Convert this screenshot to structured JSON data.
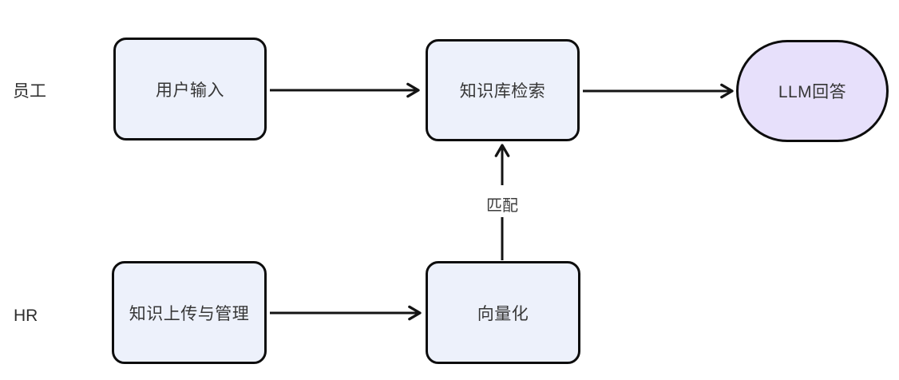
{
  "diagram": {
    "type": "flowchart",
    "background": "#ffffff",
    "stroke_color": "#141414",
    "lanes": [
      {
        "id": "employee",
        "label": "员工"
      },
      {
        "id": "hr",
        "label": "HR"
      }
    ],
    "nodes": [
      {
        "id": "user-input",
        "label": "用户输入",
        "shape": "rounded-rect",
        "fill": "#edf1fb",
        "border": "#0d0d0d"
      },
      {
        "id": "knowledge-base-retrieval",
        "label": "知识库检索",
        "shape": "rounded-rect",
        "fill": "#edf1fb",
        "border": "#0d0d0d"
      },
      {
        "id": "llm-answer",
        "label": "LLM回答",
        "shape": "stadium",
        "fill": "#e7e0fb",
        "border": "#0d0d0d"
      },
      {
        "id": "knowledge-upload-management",
        "label": "知识上传与管理",
        "shape": "rounded-rect",
        "fill": "#edf1fb",
        "border": "#0d0d0d"
      },
      {
        "id": "vectorization",
        "label": "向量化",
        "shape": "rounded-rect",
        "fill": "#edf1fb",
        "border": "#0d0d0d"
      }
    ],
    "edges": [
      {
        "from": "user-input",
        "to": "knowledge-base-retrieval",
        "label": ""
      },
      {
        "from": "knowledge-base-retrieval",
        "to": "llm-answer",
        "label": ""
      },
      {
        "from": "knowledge-upload-management",
        "to": "vectorization",
        "label": ""
      },
      {
        "from": "vectorization",
        "to": "knowledge-base-retrieval",
        "label": "匹配"
      }
    ]
  }
}
